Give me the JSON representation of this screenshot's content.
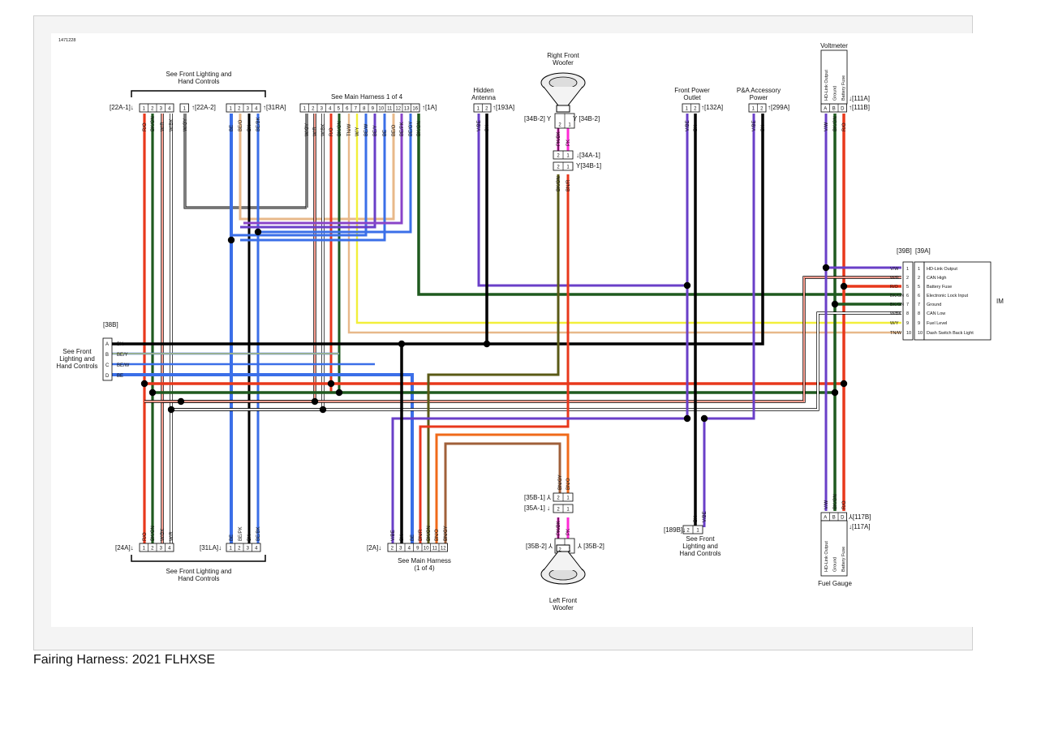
{
  "caption": "Fairing Harness: 2021 FLHXSE",
  "doc_id": "1471228",
  "labels": {
    "front_lighting_top": [
      "See Front Lighting and",
      "Hand Controls"
    ],
    "front_lighting_bottom": [
      "See Front Lighting and",
      "Hand Controls"
    ],
    "main_harness_top": "See Main Harness 1 of 4",
    "main_harness_bottom": [
      "See Main Harness",
      "(1 of 4)"
    ],
    "front_lighting_left": [
      "See Front",
      "Lighting and",
      "Hand Controls"
    ],
    "front_lighting_189b": [
      "See Front",
      "Lighting and",
      "Hand Controls"
    ],
    "hidden_antenna": [
      "Hidden",
      "Antenna"
    ],
    "right_front_woofer": [
      "Right Front",
      "Woofer"
    ],
    "left_front_woofer": [
      "Left Front",
      "Woofer"
    ],
    "front_power_outlet": [
      "Front Power",
      "Outlet"
    ],
    "pa_accessory_power": [
      "P&A Accessory",
      "Power"
    ],
    "voltmeter": "Voltmeter",
    "fuel_gauge": "Fuel Gauge",
    "im": "IM"
  },
  "connectors": {
    "c22a1": "[22A-1]",
    "c22a2": "[22A-2]",
    "c31ra": "[31RA]",
    "c1a": "[1A]",
    "c193a": "[193A]",
    "c34b2l": "[34B-2]",
    "c34b2r": "[34B-2]",
    "c34a1": "[34A-1]",
    "c34b1": "[34B-1]",
    "c132a": "[132A]",
    "c299a": "[299A]",
    "c111a": "[111A]",
    "c111b": "[111B]",
    "c39b": "[39B]",
    "c39a": "[39A]",
    "c38b": "[38B]",
    "c24a": "[24A]",
    "c31la": "[31LA]",
    "c2a": "[2A]",
    "c35b1": "[35B-1]",
    "c35a1": "[35A-1]",
    "c35b2l": "[35B-2]",
    "c35b2r": "[35B-2]",
    "c189b": "[189B]",
    "c117b": "[117B]",
    "c117a": "[117A]"
  },
  "pins": {
    "c22a1": [
      "1",
      "2",
      "3",
      "4"
    ],
    "c22a2": [
      "1"
    ],
    "c31ra": [
      "1",
      "2",
      "3",
      "4"
    ],
    "c1a": [
      "1",
      "2",
      "3",
      "4",
      "5",
      "6",
      "7",
      "8",
      "9",
      "10",
      "11",
      "12",
      "13",
      "16"
    ],
    "c193a": [
      "1",
      "2"
    ],
    "c132a": [
      "1",
      "2"
    ],
    "c299a": [
      "1",
      "2"
    ],
    "c111": [
      "A",
      "B",
      "D"
    ],
    "c117": [
      "A",
      "B",
      "D"
    ],
    "c24a": [
      "1",
      "2",
      "3",
      "4"
    ],
    "c31la": [
      "1",
      "2",
      "3",
      "4"
    ],
    "c2a": [
      "2",
      "3",
      "4",
      "9",
      "10",
      "11",
      "12"
    ],
    "c34": [
      "2",
      "1"
    ],
    "c35": [
      "2",
      "1"
    ],
    "c189b": [
      "2",
      "1"
    ],
    "c38b": [
      "A",
      "B",
      "C",
      "D"
    ]
  },
  "wire_codes": {
    "c22a1": [
      "R/O",
      "BK/GN",
      "W/R",
      "W/BK"
    ],
    "c22a2": [
      "W/GY"
    ],
    "c31ra": [
      "BE",
      "BE/O",
      "BK",
      "BE/BK"
    ],
    "c1a": [
      "W/GY",
      "W/R",
      "W/BK",
      "R/O",
      "BK/GN",
      "TN/W",
      "W/Y",
      "BE/W",
      "BE/Y",
      "BE",
      "BE/O",
      "BE/PK",
      "BE/GY",
      "BK/GN"
    ],
    "c193a": [
      "V/BE",
      "BK"
    ],
    "c34b2": [
      "PK/BK",
      "PK"
    ],
    "c34b1": [
      "BK/GN",
      "BN/R"
    ],
    "c132a": [
      "V/BE",
      "BK"
    ],
    "c299a": [
      "V/BE",
      "BK"
    ],
    "c111b": [
      "V/W",
      "BK/GN",
      "R/O"
    ],
    "c117b": [
      "V/W",
      "BK/GN",
      "R/O"
    ],
    "c24a": [
      "R/O",
      "BK/GN",
      "W/BK",
      "W/R"
    ],
    "c31la": [
      "BE",
      "BE/PK",
      "BK",
      "BE/BK"
    ],
    "c2a": [
      "V/BE",
      "BK",
      "BE",
      "BN/R",
      "BK/GN",
      "BN/O",
      "BN/GY"
    ],
    "c35b1": [
      "BN/GY",
      "BN/O"
    ],
    "c35b2": [
      "PK/BK",
      "PK"
    ],
    "c189b": [
      "BK",
      "V/BE"
    ],
    "c38b": [
      "BK",
      "BE/Y",
      "BE/W",
      "BE"
    ]
  },
  "gauge_pins": [
    "HD-Link Output",
    "Ground",
    "Battery Fuse"
  ],
  "im_rows": [
    {
      "wire": "V/W",
      "pin_b": "1",
      "pin_a": "1",
      "name": "HD-Link Output"
    },
    {
      "wire": "W/R",
      "pin_b": "2",
      "pin_a": "2",
      "name": "CAN High"
    },
    {
      "wire": "R/O",
      "pin_b": "5",
      "pin_a": "5",
      "name": "Battery Fuse"
    },
    {
      "wire": "BK/GN",
      "pin_b": "6",
      "pin_a": "6",
      "name": "Electronic Lock Input"
    },
    {
      "wire": "BK/GN",
      "pin_b": "7",
      "pin_a": "7",
      "name": "Ground"
    },
    {
      "wire": "W/BK",
      "pin_b": "8",
      "pin_a": "8",
      "name": "CAN Low"
    },
    {
      "wire": "W/Y",
      "pin_b": "9",
      "pin_a": "9",
      "name": "Fuel Level"
    },
    {
      "wire": "TN/W",
      "pin_b": "10",
      "pin_a": "10",
      "name": "Dash Switch Back Light"
    }
  ],
  "colors": {
    "red": "#e8381c",
    "orange": "#f06a1a",
    "green": "#1f5a1f",
    "black": "#000000",
    "blue": "#3b6fe8",
    "purple": "#6a3fc8",
    "violet": "#8a44c8",
    "yellow": "#f2ef3a",
    "tan": "#e8b98a",
    "white": "#ffffff",
    "gray": "#9a9a9a",
    "olive": "#5a5a16",
    "brown": "#a0603a",
    "pink": "#ff2bd6",
    "brnred": "#c0391c"
  }
}
